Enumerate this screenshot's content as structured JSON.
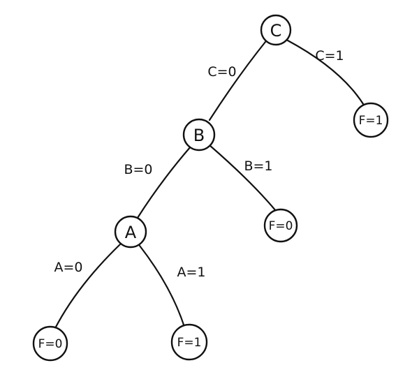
{
  "tree": {
    "nodes": {
      "root": "C",
      "b": "B",
      "a": "A",
      "leaf_c1": "F=1",
      "leaf_b1": "F=0",
      "leaf_a0": "F=0",
      "leaf_a1": "F=1"
    },
    "edges": {
      "c0": "C=0",
      "c1": "C=1",
      "b0": "B=0",
      "b1": "B=1",
      "a0": "A=0",
      "a1": "A=1"
    }
  }
}
